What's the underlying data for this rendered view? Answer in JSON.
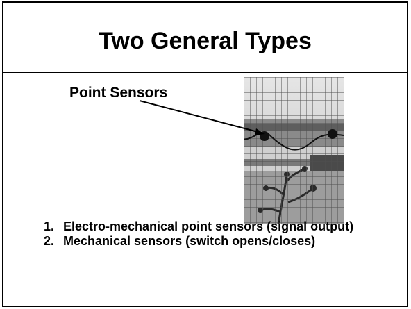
{
  "slide": {
    "title": "Two General Types",
    "photo_label": "Point Sensors",
    "items": [
      {
        "number": "1.",
        "text": "Electro-mechanical point sensors (signal output)"
      },
      {
        "number": "2.",
        "text": "Mechanical sensors (switch opens/closes)"
      }
    ]
  },
  "colors": {
    "border": "#000000",
    "background": "#ffffff",
    "text": "#000000"
  }
}
